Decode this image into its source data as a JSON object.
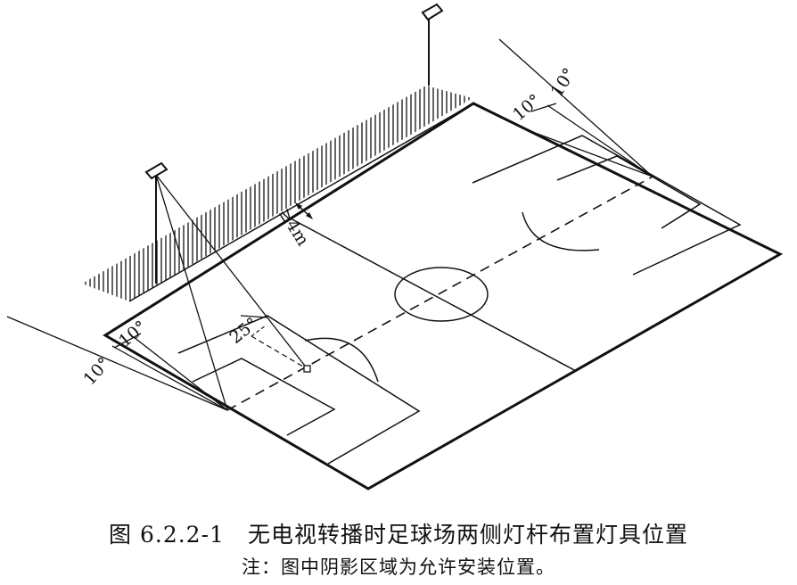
{
  "figure": {
    "caption_title": "图 6.2.2-1　无电视转播时足球场两侧灯杆布置灯具位置",
    "caption_note": "注：图中阴影区域为允许安装位置。"
  },
  "labels": {
    "angle_10_right_a": "10°",
    "angle_10_right_b": "10°",
    "angle_10_left_a": "10°",
    "angle_10_left_b": "10°",
    "angle_25": "25°",
    "distance_4m": "≥4m"
  }
}
